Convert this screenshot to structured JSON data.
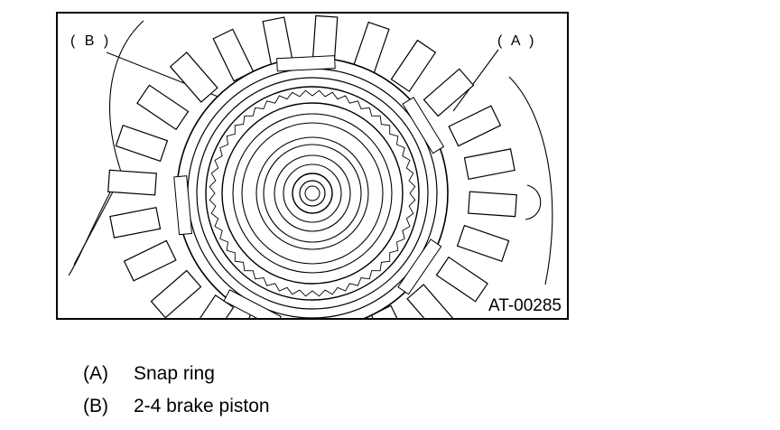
{
  "figure": {
    "id_label": "AT-00285",
    "callouts": [
      {
        "key": "A",
        "text": "( A )"
      },
      {
        "key": "B",
        "text": "( B )"
      }
    ]
  },
  "legend": [
    {
      "key": "(A)",
      "label": "Snap ring"
    },
    {
      "key": "(B)",
      "label": "2-4 brake piston"
    }
  ]
}
